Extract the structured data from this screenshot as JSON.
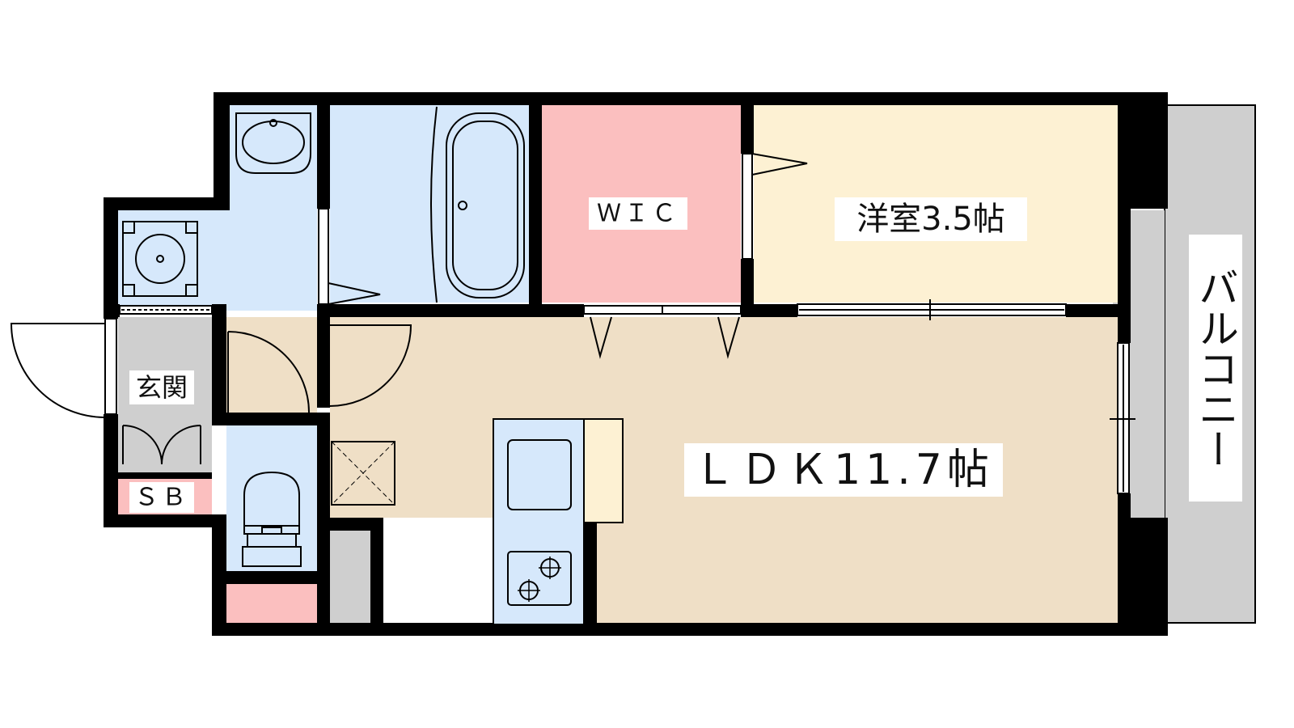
{
  "labels": {
    "wic": "ＷＩＣ",
    "western_room": "洋室3.5帖",
    "balcony": "バルコニー",
    "entrance": "玄関",
    "shoe_box": "ＳＢ",
    "ldk": "ＬＤＫ11.7帖"
  },
  "colors": {
    "wall": "#000000",
    "wet_area_blue": "#d6e8fb",
    "wic_pink": "#fbbfbf",
    "western_room_cream": "#fdf1d3",
    "ldk_beige": "#efdfc6",
    "entrance_gray": "#cfcfcf",
    "balcony_gray": "#cfcfcf",
    "shoe_box_pink": "#fbbfbf",
    "counter_yellow": "#fdf1d3",
    "kitchen_blue": "#d6e8fb"
  },
  "icons": [
    "washbasin-icon",
    "washing-machine-icon",
    "bathtub-icon",
    "toilet-icon",
    "stove-icon",
    "sink-icon",
    "door-swing-icon",
    "sliding-door-icon"
  ]
}
